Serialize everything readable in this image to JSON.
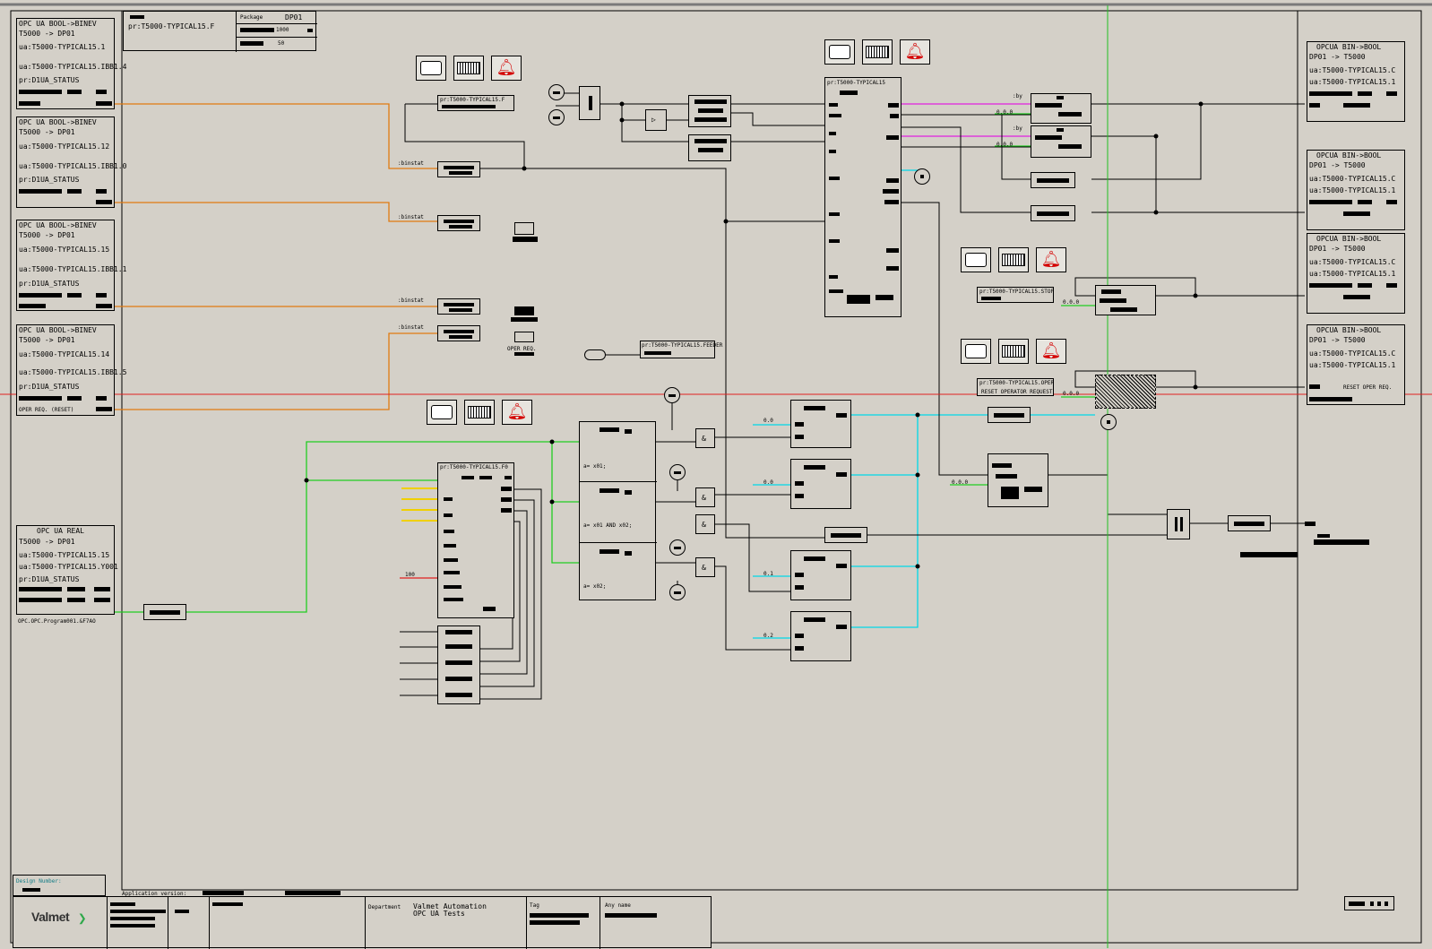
{
  "window": {
    "top_border_color": "#7a7a7a",
    "background": "#d4d0c8",
    "crosshair_colors": {
      "horizontal": "#e02020",
      "vertical": "#22c022"
    }
  },
  "diagram_header": {
    "title": "pr:T5000-TYPICAL15.F",
    "package_label": "Package",
    "package_value": "DP01",
    "value_1": "1000",
    "value_2": "50"
  },
  "left_blocks": [
    {
      "title": "OPC UA BOOL->BINEV",
      "line1": "T5000      -> DP01",
      "line2": "ua:T5000-TYPICAL15.1",
      "line3": "ua:T5000-TYPICAL15.IBB1.4",
      "line4": "pr:D1UA_STATUS"
    },
    {
      "title": "OPC UA BOOL->BINEV",
      "line1": "T5000      -> DP01",
      "line2": "ua:T5000-TYPICAL15.12",
      "line3": "ua:T5000-TYPICAL15.IBB1.0",
      "line4": "pr:D1UA_STATUS"
    },
    {
      "title": "OPC UA BOOL->BINEV",
      "line1": "T5000      -> DP01",
      "line2": "ua:T5000-TYPICAL15.15",
      "line3": "ua:T5000-TYPICAL15.IBB1.1",
      "line4": "pr:D1UA_STATUS"
    },
    {
      "title": "OPC UA BOOL->BINEV",
      "line1": "T5000      -> DP01",
      "line2": "ua:T5000-TYPICAL15.14",
      "line3": "ua:T5000-TYPICAL15.IBB1.5",
      "line4": "pr:D1UA_STATUS",
      "footer": "OPER REQ. (RESET)"
    }
  ],
  "real_block": {
    "title": "OPC UA REAL",
    "line1": "T5000      -> DP01",
    "line2": "ua:T5000-TYPICAL15.15",
    "line3": "ua:T5000-TYPICAL15.Y001",
    "line4": "pr:D1UA_STATUS",
    "footer": "OPC.OPC.Program001.&F7AO"
  },
  "right_blocks": [
    {
      "title": "OPCUA BIN->BOOL",
      "line1": "DP01        -> T5000",
      "line2": "ua:T5000-TYPICAL15.C",
      "line3": "ua:T5000-TYPICAL15.1"
    },
    {
      "title": "OPCUA BIN->BOOL",
      "line1": "DP01        -> T5000",
      "line2": "ua:T5000-TYPICAL15.C",
      "line3": "ua:T5000-TYPICAL15.1"
    },
    {
      "title": "OPCUA BIN->BOOL",
      "line1": "DP01        -> T5000",
      "line2": "ua:T5000-TYPICAL15.C",
      "line3": "ua:T5000-TYPICAL15.1"
    },
    {
      "title": "OPCUA BIN->BOOL",
      "line1": "DP01        -> T5000",
      "line2": "ua:T5000-TYPICAL15.C",
      "line3": "ua:T5000-TYPICAL15.1",
      "footer": "RESET OPER REQ."
    }
  ],
  "binstat_labels": [
    ":binstat",
    ":binstat",
    ":binstat",
    ":binstat"
  ],
  "oper_req_label": "OPER REQ.",
  "main_block_label": "pr:T5000-TYPICAL15",
  "mid_block_label": "pr:T5000-TYPICAL15.F0",
  "feeder_label": "pr:T5000-TYPICAL15.FEEDER",
  "top_func_label": "pr:T5000-TYPICAL15.F",
  "stop_label": "pr:T5000-TYPICAL15.STOP",
  "oper_label": "pr:T5000-TYPICAL15.OPER",
  "reset_label": "RESET OPERATOR REQUEST",
  "cond_labels": [
    "a= x01;",
    "a= x01 AND x02;",
    "a= x02;"
  ],
  "and_label": "&",
  "value_labels": [
    "0.0",
    "0.0",
    "0.1",
    "0.2",
    "0.0.0",
    "0.0.0",
    "0.0.0",
    "0.0.0"
  ],
  "by_labels": [
    ":by",
    ":by"
  ],
  "title_block": {
    "design_number_label": "Design Number:",
    "application_version_label": "Application version:",
    "company": "Valmet",
    "department_label": "Department",
    "department_line1": "Valmet Automation",
    "department_line2": "OPC UA Tests",
    "tag_label": "Tag",
    "any_name_label": "Any name"
  }
}
